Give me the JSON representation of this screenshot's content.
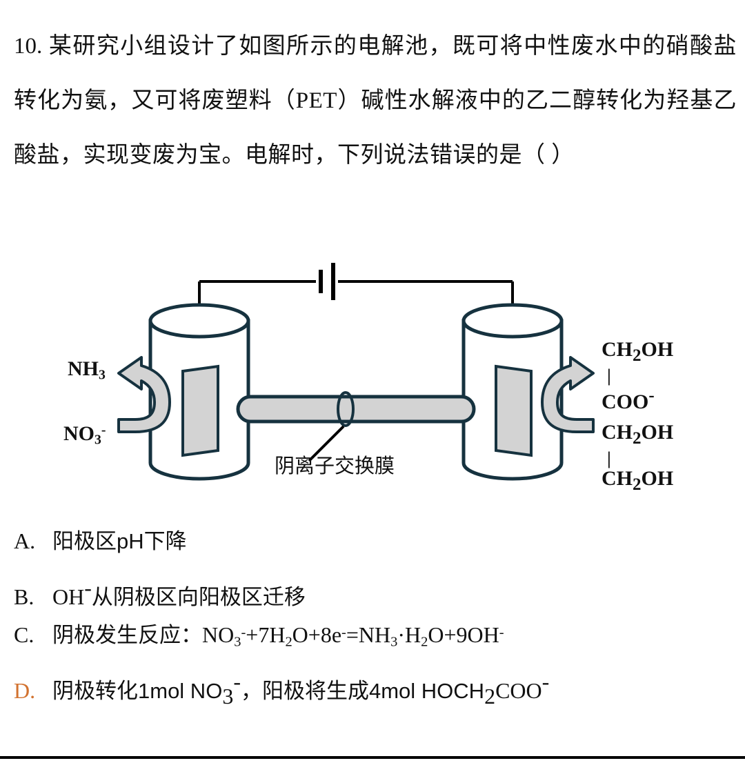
{
  "question": {
    "number": "10.",
    "text": "某研究小组设计了如图所示的电解池，既可将中性废水中的硝酸盐转化为氨，又可将废塑料（PET）碱性水解液中的乙二醇转化为羟基乙酸盐，实现变废为宝。电解时，下列说法错误的是（       ）"
  },
  "figure": {
    "caption_membrane": "阴离子交换膜",
    "left_cell": {
      "inflow_label": "NO",
      "inflow_sub": "3",
      "inflow_sup": "-",
      "outflow_label": "NH",
      "outflow_sub": "3"
    },
    "right_cell": {
      "product_line1": "CH",
      "product_line1_sub": "2",
      "product_line1_rest": "OH",
      "product_bond": "|",
      "product_line2": "COO",
      "product_line2_sup": "-",
      "reactant_line1": "CH",
      "reactant_line1_sub": "2",
      "reactant_line1_rest": "OH",
      "reactant_bond": "|",
      "reactant_line2": "CH",
      "reactant_line2_sub": "2",
      "reactant_line2_rest": "OH"
    },
    "colors": {
      "outline": "#16323f",
      "fill_gray": "#d3d3d3",
      "wire": "#000000"
    }
  },
  "options": [
    {
      "tag": "A.",
      "text": "阳极区pH下降",
      "tag_color": "#111111"
    },
    {
      "tag": "B.",
      "text": "OH⁻从阴极区向阳极区迁移",
      "tag_color": "#111111"
    },
    {
      "tag": "C.",
      "text": "阴极发生反应：NO₃⁻+7H₂O+8e⁻=NH₃·H₂O+9OH⁻",
      "tag_color": "#111111"
    },
    {
      "tag": "D.",
      "text": "阴极转化1mol NO₃⁻，阳极将生成4mol HOCH₂COO⁻",
      "tag_color": "#d2722f"
    }
  ],
  "option_parts": {
    "a": {
      "pre": "阳极区pH下降"
    },
    "b": {
      "p1": "OH",
      "sup1": "-",
      "p2": "从阴极区向阳极区迁移"
    },
    "c": {
      "p1": "阴极发生反应：",
      "f1": "NO",
      "f1sub": "3",
      "f1sup": "-",
      "f2": "+7H",
      "f2sub": "2",
      "f2rest": "O+8e",
      "f3sup": "-",
      "f4": "=NH",
      "f4sub": "3",
      "f5": "·H",
      "f5sub": "2",
      "f5rest": "O+9OH",
      "f6sup": "-"
    },
    "d": {
      "p1": "阴极转化1mol NO",
      "p1sub": "3",
      "p1sup": "-",
      "p2": "，阳极将生成4mol HOCH",
      "p2sub": "2",
      "p2rest": "COO",
      "p2sup": "-"
    }
  },
  "accent": {
    "selected_option_color": "#d2722f"
  }
}
